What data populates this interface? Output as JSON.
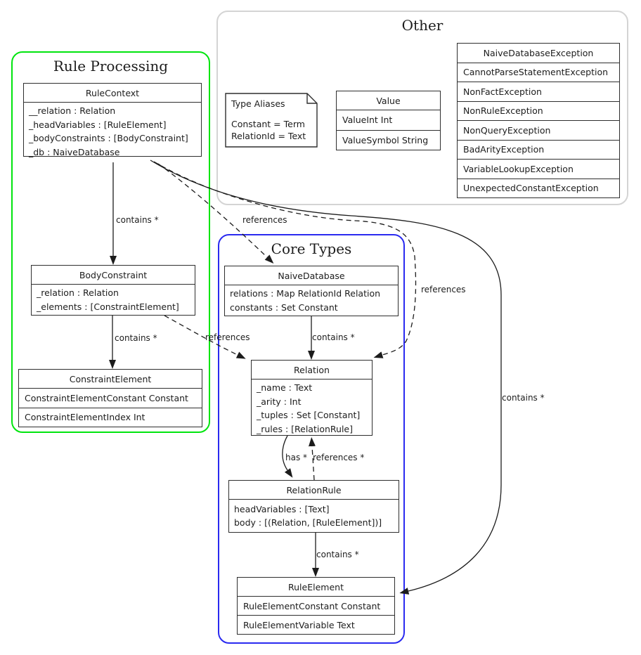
{
  "groups": {
    "rule_processing": {
      "title": "Rule Processing"
    },
    "other": {
      "title": "Other"
    },
    "core_types": {
      "title": "Core Types"
    }
  },
  "classes": {
    "rule_context": {
      "name": "RuleContext",
      "attributes": [
        "__relation : Relation",
        "_headVariables : [RuleElement]",
        "_bodyConstraints : [BodyConstraint]",
        "_db : NaiveDatabase"
      ]
    },
    "body_constraint": {
      "name": "BodyConstraint",
      "attributes": [
        "_relation : Relation",
        "_elements : [ConstraintElement]"
      ]
    },
    "constraint_element": {
      "name": "ConstraintElement",
      "variants": [
        "ConstraintElementConstant Constant",
        "ConstraintElementIndex Int"
      ]
    },
    "naive_database": {
      "name": "NaiveDatabase",
      "attributes": [
        "relations : Map RelationId Relation",
        "constants : Set Constant"
      ]
    },
    "relation": {
      "name": "Relation",
      "attributes": [
        "_name : Text",
        "_arity : Int",
        "_tuples : Set [Constant]",
        "_rules : [RelationRule]"
      ]
    },
    "relation_rule": {
      "name": "RelationRule",
      "attributes": [
        "headVariables : [Text]",
        "body : [(Relation, [RuleElement])]"
      ]
    },
    "rule_element": {
      "name": "RuleElement",
      "variants": [
        "RuleElementConstant Constant",
        "RuleElementVariable Text"
      ]
    },
    "value": {
      "name": "Value",
      "variants": [
        "ValueInt Int",
        "ValueSymbol String"
      ]
    },
    "exceptions": {
      "name": "NaiveDatabaseException",
      "variants": [
        "CannotParseStatementException",
        "NonFactException",
        "NonRuleException",
        "NonQueryException",
        "BadArityException",
        "VariableLookupException",
        "UnexpectedConstantException"
      ]
    }
  },
  "note": {
    "title": "Type Aliases",
    "lines": [
      "Constant = Term",
      "RelationId = Text"
    ]
  },
  "edge_labels": {
    "rulecontext_bodyconstraint": "contains *",
    "rulecontext_naivedatabase": "references",
    "rulecontext_relation": "references",
    "rulecontext_ruleelement": "contains *",
    "bodyconstraint_constraintelement": "contains *",
    "bodyconstraint_relation": "references",
    "naivedatabase_relation": "contains *",
    "relation_relationrule": "has *",
    "relationrule_relation": "references *",
    "relationrule_ruleelement": "contains *"
  },
  "colors": {
    "rule_processing_border": "#00e50e",
    "core_types_border": "#2a2af0",
    "other_border": "#d4d4d4",
    "box_border": "#2e2e2e"
  }
}
